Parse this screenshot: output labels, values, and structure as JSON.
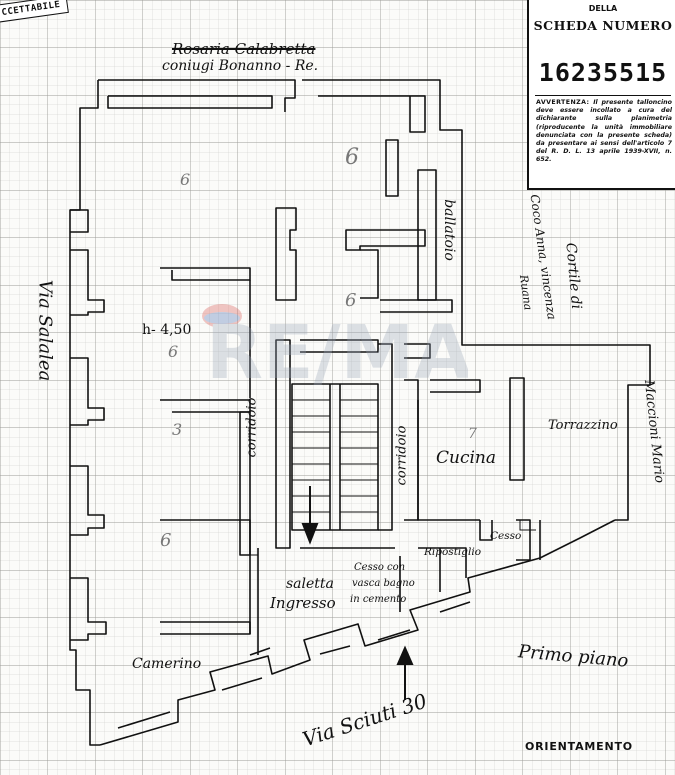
{
  "stamp": {
    "text": "CCETTABILE"
  },
  "scheda": {
    "della": "DELLA",
    "title": "SCHEDA NUMERO",
    "number": "16235515",
    "warning_head": "AVVERTENZA:",
    "warning_body": "Il presente talloncino deve essere incollato a cura del dichiarante sulla planimetria (riproducente la unità immobiliare denunciata con la presente scheda) da presentare ai sensi dell'articolo 7 del R. D. L. 13 aprile 1939-XVII, n. 652."
  },
  "owner": {
    "struck": "Rosaria Calabretta",
    "name": "coniugi Bonanno - Re."
  },
  "labels": {
    "via_salaria": "Via Salalea",
    "height": "h- 4,50",
    "corridoio_left": "corridoio",
    "corridoio_right": "corridoio",
    "ballatoio": "ballatoio",
    "cortile": "Cortile di",
    "cortile_owner": "Coco Anna, vincenza",
    "cortile_owner2": "Ruana",
    "maccioni": "Maccioni Mario",
    "torrazzino": "Torrazzino",
    "cucina": "Cucina",
    "ripostiglio": "Ripostiglio",
    "cesso": "Cesso",
    "saletta": "saletta",
    "ingresso": "Ingresso",
    "cesso_con": "Cesso con",
    "vasca_bagno": "vasca bagno",
    "in_cemento": "in cemento",
    "camerino": "Camerino",
    "primo_piano": "Primo piano",
    "via_sciuti": "Via Sciuti 30",
    "orientamento": "ORIENTAMENTO"
  },
  "room_marks": [
    "6",
    "6",
    "6",
    "3",
    "6",
    "6",
    "7"
  ],
  "watermark": {
    "text": "RE/MAX"
  }
}
